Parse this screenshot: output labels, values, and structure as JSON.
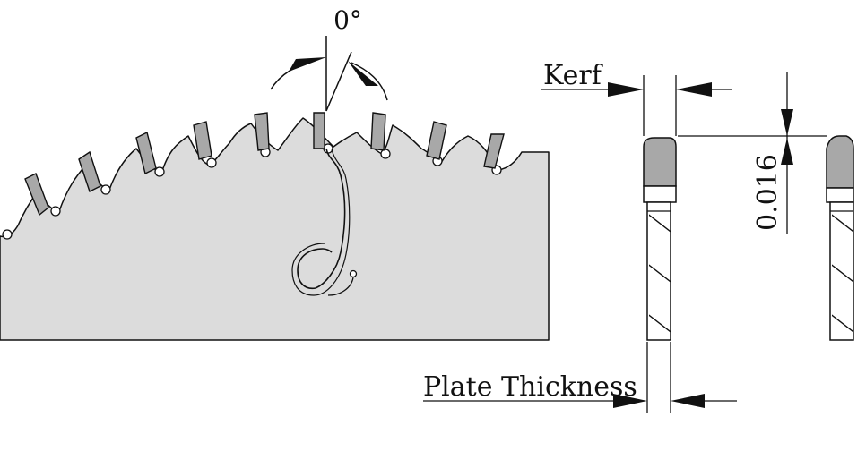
{
  "labels": {
    "angle": "0°",
    "kerf": "Kerf",
    "side_clearance": "0.016",
    "plate_thickness": "Plate Thickness"
  },
  "colors": {
    "blade_body": "#dcdcdc",
    "carbide_tip": "#a8a8a8",
    "outline": "#111111",
    "background": "#ffffff"
  }
}
